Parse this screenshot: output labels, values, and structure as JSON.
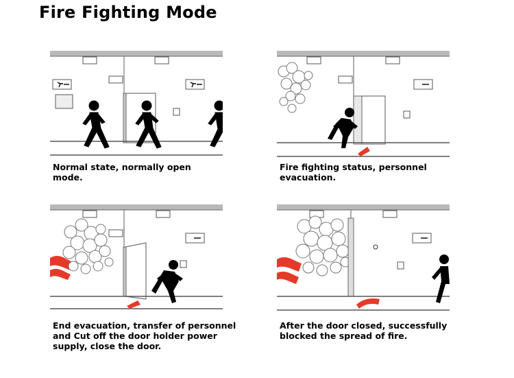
{
  "title": "Fire Fighting Mode",
  "panels": [
    {
      "caption": "Normal state, normally open\nmode.",
      "exit_sign": "→"
    },
    {
      "caption": "Fire fighting status, personnel\nevacuation.",
      "exit_sign": "→"
    },
    {
      "caption": "End evacuation, transfer of personnel\nand Cut off the door holder power\nsupply, close the door.",
      "exit_sign": "→"
    },
    {
      "caption": "After the door closed, successfully\nblocked the spread of fire.",
      "exit_sign": "→"
    }
  ],
  "colors": {
    "fire": "#e53a2a",
    "ceiling": "#b9b9b9",
    "line": "#555555",
    "figure": "#000000"
  }
}
